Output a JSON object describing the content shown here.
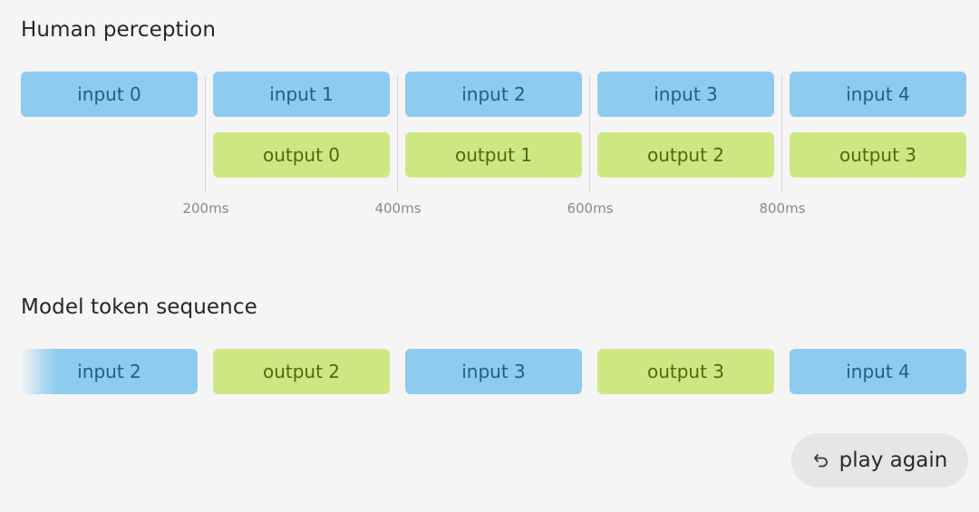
{
  "human_perception": {
    "title": "Human perception",
    "inputs": [
      "input 0",
      "input 1",
      "input 2",
      "input 3",
      "input 4"
    ],
    "outputs": [
      "output 0",
      "output 1",
      "output 2",
      "output 3"
    ],
    "ticks": [
      "200ms",
      "400ms",
      "600ms",
      "800ms"
    ]
  },
  "model_token_sequence": {
    "title": "Model token sequence",
    "tokens": [
      {
        "label": "input 2",
        "kind": "input"
      },
      {
        "label": "output 2",
        "kind": "output"
      },
      {
        "label": "input 3",
        "kind": "input"
      },
      {
        "label": "output 3",
        "kind": "output"
      },
      {
        "label": "input 4",
        "kind": "input"
      }
    ]
  },
  "controls": {
    "play_again_label": "play again",
    "play_again_icon": "undo-icon"
  },
  "colors": {
    "input": "#8ecbef",
    "output": "#cde882",
    "background": "#f5f5f5"
  }
}
